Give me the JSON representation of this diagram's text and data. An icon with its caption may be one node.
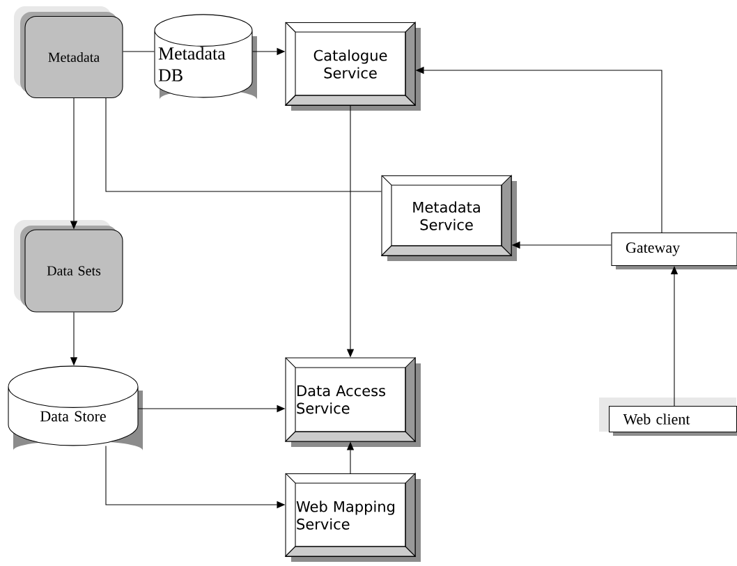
{
  "diagram": {
    "nodes": [
      {
        "text": [
          "Metadata"
        ]
      },
      {
        "text": [
          "Metadata DB"
        ]
      },
      {
        "text": [
          "Catalogue Service"
        ]
      },
      {
        "text": [
          "Metadata Service"
        ]
      },
      {
        "text": [
          "Gateway"
        ]
      },
      {
        "text": [
          "Data Sets"
        ]
      },
      {
        "text": [
          "Data Store"
        ]
      },
      {
        "text": [
          "Data Access Service"
        ]
      },
      {
        "text": [
          "Web Mapping Service"
        ]
      },
      {
        "text": [
          "Web client"
        ]
      }
    ],
    "edges": [
      {
        "from": 0,
        "to": 1,
        "arrow": "none"
      },
      {
        "from": 1,
        "to": 2,
        "arrow": "to"
      },
      {
        "from": 0,
        "to": 5,
        "arrow": "to"
      },
      {
        "from": 0,
        "to": 3,
        "arrow": "none"
      },
      {
        "from": 2,
        "to": 7,
        "arrow": "to"
      },
      {
        "from": 4,
        "to": 2,
        "arrow": "to"
      },
      {
        "from": 4,
        "to": 3,
        "arrow": "to"
      },
      {
        "from": 9,
        "to": 4,
        "arrow": "to"
      },
      {
        "from": 5,
        "to": 6,
        "arrow": "to"
      },
      {
        "from": 6,
        "to": 7,
        "arrow": "to"
      },
      {
        "from": 6,
        "to": 8,
        "arrow": "to"
      },
      {
        "from": 8,
        "to": 7,
        "arrow": "to"
      }
    ]
  }
}
